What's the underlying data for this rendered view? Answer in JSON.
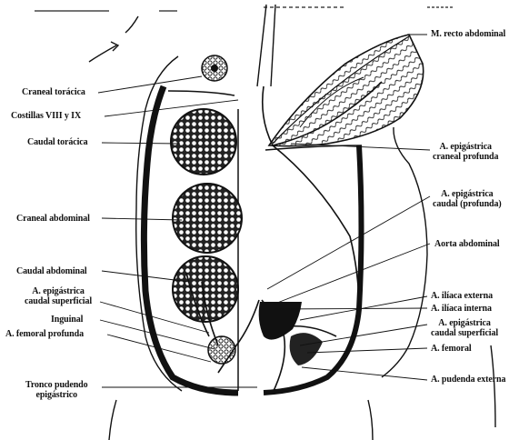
{
  "labels_left": {
    "craneal_toracica": "Craneal torácica",
    "costillas": "Costillas VIII y IX",
    "caudal_toracica": "Caudal torácica",
    "craneal_abdominal": "Craneal abdominal",
    "caudal_abdominal": "Caudal abdominal",
    "a_epigastrica_caudal_superficial_1": "A. epigástrica",
    "a_epigastrica_caudal_superficial_2": "caudal superficial",
    "inguinal": "Inguinal",
    "a_femoral_profunda": "A. femoral profunda",
    "tronco_pudendo_1": "Tronco pudendo",
    "tronco_pudendo_2": "epigástrico"
  },
  "labels_right": {
    "a_recto_abdominal": "M. recto abdominal",
    "a_epigastrica_craneal_1": "A. epigástrica",
    "a_epigastrica_craneal_2": "craneal profunda",
    "a_epigastrica_caudal_profunda_1": "A. epigástrica",
    "a_epigastrica_caudal_profunda_2": "caudal (profunda)",
    "aorta_abdominal": "Aorta abdominal",
    "a_iliaca_externa": "A. ilíaca externa",
    "a_iliaca_interna": "A. ilíaca interna",
    "a_epigastrica_caudal_sup_r_1": "A. epigástrica",
    "a_epigastrica_caudal_sup_r_2": "caudal superficial",
    "a_femoral": "A. femoral",
    "a_pudenda_externa": "A. pudenda externa"
  },
  "colors": {
    "ink": "#111111",
    "paper": "#ffffff"
  }
}
